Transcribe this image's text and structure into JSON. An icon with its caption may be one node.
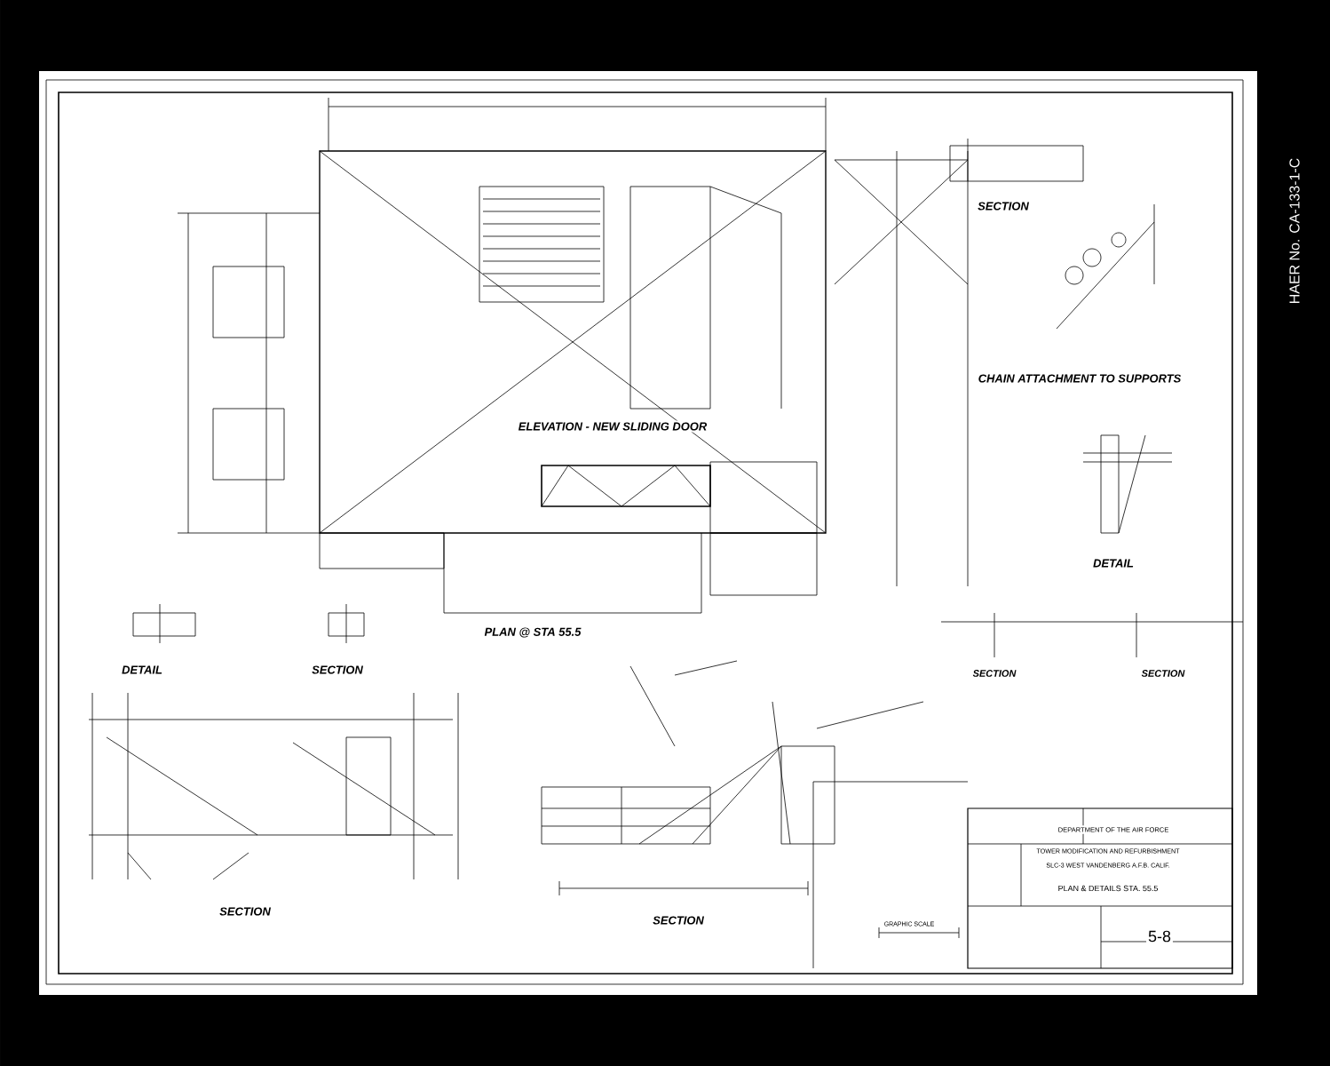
{
  "diagram": {
    "labels": [
      "ELEVATION - NEW SLIDING DOOR",
      "PLAN @ STA 55.5",
      "SECTION",
      "CHAIN ATTACHMENT TO SUPPORTS",
      "DETAIL",
      "DETAIL",
      "SECTION",
      "SECTION",
      "SECTION",
      "SECTION",
      "SECTION",
      "GRAPHIC SCALE",
      "DEPARTMENT OF THE AIR FORCE",
      "TOWER MODIFICATION AND REFURBISHMENT",
      "SLC-3 WEST VANDENBERG A.F.B. CALIF.",
      "PLAN & DETAILS STA. 55.5",
      "5-8",
      "HAER No. CA-133-1-C"
    ]
  }
}
